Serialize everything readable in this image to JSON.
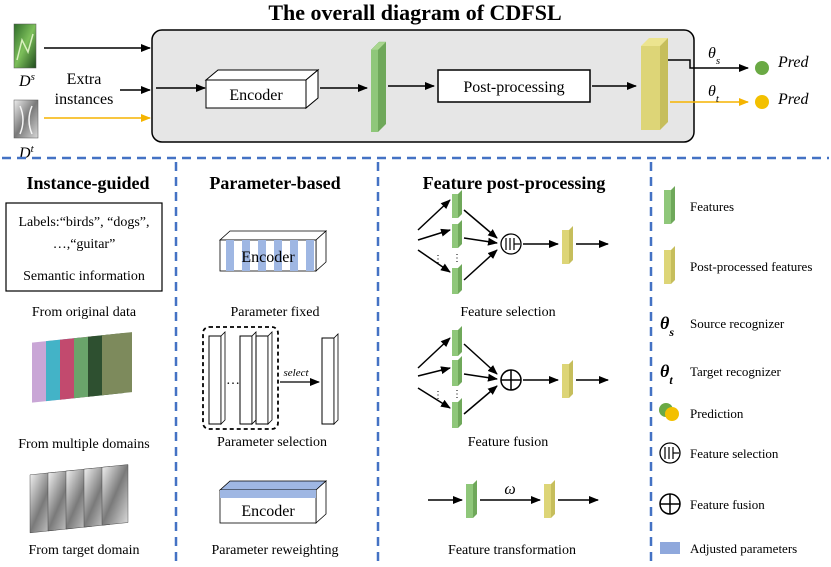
{
  "title": "The overall diagram of CDFSL",
  "top": {
    "ds_label": "D",
    "ds_sup": "s",
    "dt_label": "D",
    "dt_sup": "t",
    "extra_line1": "Extra",
    "extra_line2": "instances",
    "encoder": "Encoder",
    "post": "Post-processing",
    "theta_s": "θ",
    "theta_s_sub": "s",
    "theta_t": "θ",
    "theta_t_sub": "t",
    "pred1": "Pred",
    "pred2": "Pred"
  },
  "instance": {
    "heading": "Instance-guided",
    "labels_line1": "Labels:“birds”, “dogs”,",
    "labels_line2": "…,“guitar”",
    "semantic": "Semantic information",
    "cap1": "From original data",
    "cap2": "From multiple domains",
    "cap3": "From target domain"
  },
  "parameter": {
    "heading": "Parameter-based",
    "encoder1": "Encoder",
    "cap1": "Parameter fixed",
    "select": "select",
    "dots": "…",
    "cap2": "Parameter selection",
    "encoder3": "Encoder",
    "cap3": "Parameter reweighting"
  },
  "feature": {
    "heading": "Feature post-processing",
    "cap1": "Feature selection",
    "cap2": "Feature fusion",
    "omega": "ω",
    "cap3": "Feature transformation"
  },
  "legend": {
    "features": "Features",
    "post": "Post-processed features",
    "theta_s": "θ",
    "theta_s_sub": "s",
    "source": "Source recognizer",
    "theta_t": "θ",
    "theta_t_sub": "t",
    "target": "Target recognizer",
    "prediction": "Prediction",
    "fsel": "Feature selection",
    "ffus": "Feature fusion",
    "adjusted": "Adjusted parameters"
  },
  "colors": {
    "green": "#8fc77a",
    "yellow": "#ddd577",
    "blue": "#8fa8dc",
    "dashed": "#4472c4",
    "orange_arrow": "#f5b400",
    "pred_green": "#6aa944",
    "pred_yellow": "#f3c000",
    "panel": "#e6e6e6"
  }
}
